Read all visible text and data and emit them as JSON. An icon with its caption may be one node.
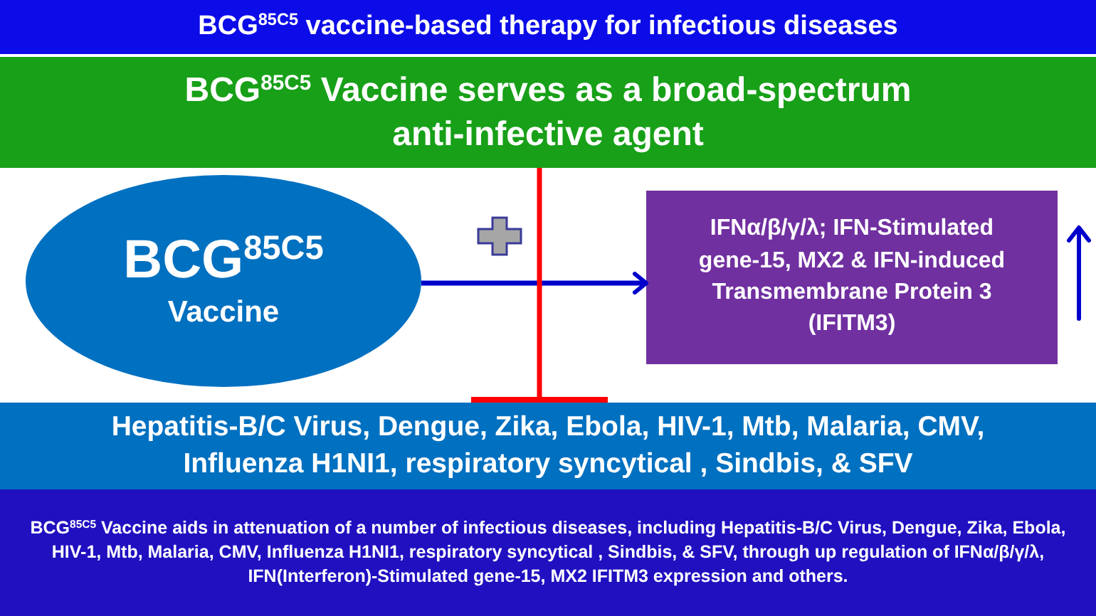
{
  "diagram": {
    "title": "BCG$^{85C5}$ vaccine-based therapy for infectious diseases",
    "nodes": [
      {
        "text": [
          "BCG$^{85C5}$ Vaccine serves as a broad-spectrum anti-infective agent"
        ]
      },
      {
        "text": [
          "BCG$^{85C5}$",
          "Vaccine"
        ]
      },
      {
        "text": [
          "IFNα/β/γ/λ; IFN-Stimulated gene-15, MX2 & IFN-induced Transmembrane Protein 3 (IFITM3)"
        ]
      },
      {
        "text": [
          "Hepatitis-B/C Virus, Dengue, Zika, Ebola, HIV-1, Mtb, Malaria, CMV, Influenza H1NI1, respiratory syncytical , Sindbis, & SFV"
        ]
      }
    ],
    "edges": [
      {
        "from": 1,
        "to": 2,
        "arrow": "to",
        "color": "#0000cc"
      },
      {
        "from": 0,
        "to": 3,
        "arrow": "other",
        "color": "#ff0000"
      }
    ],
    "caption": "BCG$^{85C5}$ Vaccine aids in attenuation of a number of infectious diseases, including Hepatitis-B/C Virus, Dengue, Zika, Ebola, HIV-1, Mtb, Malaria, CMV, Influenza H1NI1, respiratory syncytical , Sindbis, & SFV, through up regulation of IFNα/β/γ/λ, IFN(Interferon)-Stimulated gene-15, MX2 IFITM3 expression and others."
  }
}
